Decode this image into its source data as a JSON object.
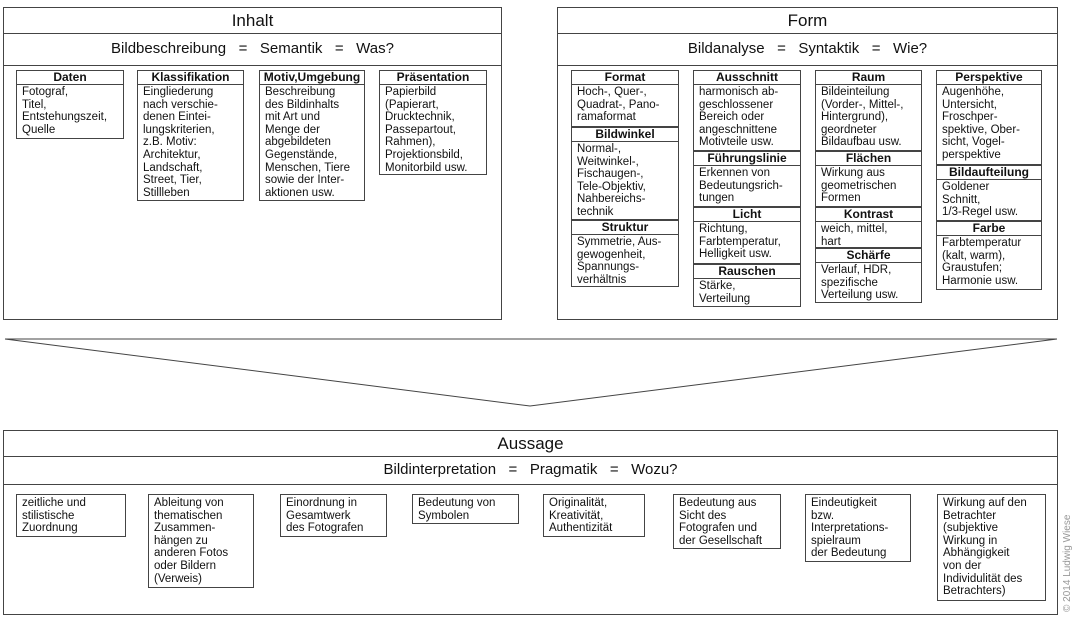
{
  "inhalt": {
    "title": "Inhalt",
    "subtitle": "Bildbeschreibung   =   Semantik   =   Was?",
    "boxes": [
      {
        "header": "Daten",
        "body": "Fotograf,\nTitel,\nEntstehungszeit,\nQuelle"
      },
      {
        "header": "Klassifikation",
        "body": "Eingliederung\nnach verschie-\ndenen Eintei-\nlungskriterien,\nz.B. Motiv:\nArchitektur,\nLandschaft,\nStreet, Tier,\nStillleben"
      },
      {
        "header": "Motiv,Umgebung",
        "body": "Beschreibung\ndes Bildinhalts\nmit Art und\nMenge der\nabgebildeten\nGegenstände,\nMenschen, Tiere\nsowie der Inter-\naktionen usw."
      },
      {
        "header": "Präsentation",
        "body": "Papierbild\n(Papierart,\nDrucktechnik,\nPassepartout,\nRahmen),\nProjektionsbild,\nMonitorbild usw."
      }
    ]
  },
  "form": {
    "title": "Form",
    "subtitle": "Bildanalyse   =   Syntaktik   =   Wie?",
    "boxes": [
      {
        "header": "Format",
        "body": "Hoch-, Quer-,\nQuadrat-, Pano-\nramaformat"
      },
      {
        "header": "Bildwinkel",
        "body": "Normal-,\nWeitwinkel-,\nFischaugen-,\nTele-Objektiv,\nNahbereichs-\ntechnik"
      },
      {
        "header": "Struktur",
        "body": "Symmetrie, Aus-\ngewogenheit,\nSpannungs-\nverhältnis"
      },
      {
        "header": "Ausschnitt",
        "body": "harmonisch ab-\ngeschlossener\nBereich oder\nangeschnittene\nMotivteile usw."
      },
      {
        "header": "Führungslinie",
        "body": "Erkennen von\nBedeutungsrich-\ntungen"
      },
      {
        "header": "Licht",
        "body": "Richtung,\nFarbtemperatur,\nHelligkeit usw."
      },
      {
        "header": "Rauschen",
        "body": "Stärke,\nVerteilung"
      },
      {
        "header": "Raum",
        "body": "Bildeinteilung\n(Vorder-, Mittel-,\nHintergrund),\ngeordneter\nBildaufbau usw."
      },
      {
        "header": "Flächen",
        "body": "Wirkung aus\ngeometrischen\nFormen"
      },
      {
        "header": "Kontrast",
        "body": "weich, mittel,\nhart"
      },
      {
        "header": "Schärfe",
        "body": "Verlauf, HDR,\nspezifische\nVerteilung usw."
      },
      {
        "header": "Perspektive",
        "body": "Augenhöhe,\nUntersicht,\nFroschper-\nspektive, Ober-\nsicht, Vogel-\nperspektive"
      },
      {
        "header": "Bildaufteilung",
        "body": "Goldener\nSchnitt,\n1/3-Regel usw."
      },
      {
        "header": "Farbe",
        "body": "Farbtemperatur\n(kalt, warm),\nGraustufen;\nHarmonie usw."
      }
    ]
  },
  "aussage": {
    "title": "Aussage",
    "subtitle": "Bildinterpretation   =   Pragmatik   =   Wozu?",
    "boxes": [
      "zeitliche und\nstilistische\nZuordnung",
      "Ableitung von\nthematischen\nZusammen-\nhängen zu\nanderen Fotos\noder Bildern\n(Verweis)",
      "Einordnung in\nGesamtwerk\ndes Fotografen",
      "Bedeutung von\nSymbolen",
      "Originalität,\nKreativität,\nAuthentizität",
      "Bedeutung aus\nSicht des\nFotografen und\nder Gesellschaft",
      "Eindeutigkeit\nbzw.\nInterpretations-\nspielraum\nder Bedeutung",
      "Wirkung auf den\nBetrachter\n(subjektive\nWirkung in\nAbhängigkeit\nvon der\nIndividulität des\nBetrachters)"
    ]
  },
  "copyright": "© 2014 Ludwig Wiese"
}
